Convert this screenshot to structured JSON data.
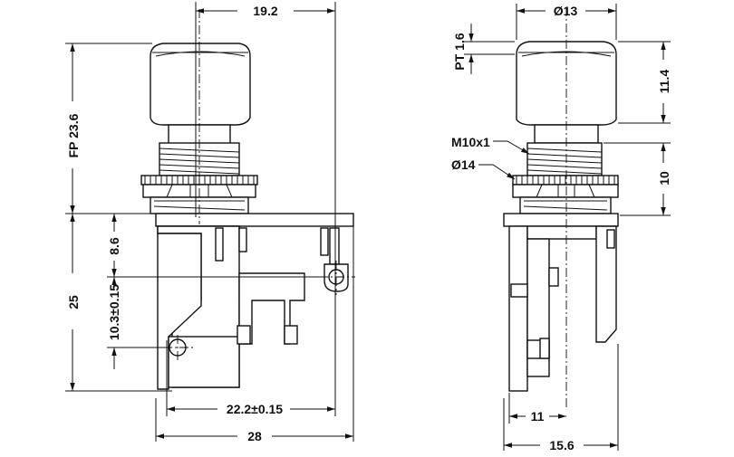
{
  "front_view": {
    "width_top": "19.2",
    "free_position": "FP 23.6",
    "body_height": "25",
    "pin_height": "8.6",
    "hole_height": "10.3±0.15",
    "hole_spacing": "22.2±0.15",
    "total_width": "28"
  },
  "side_view": {
    "cap_diameter": "Ø13",
    "pretravel": "PT 1.6",
    "cap_height": "11.4",
    "thread": "M10x1",
    "nut_diameter": "Ø14",
    "thread_length": "10",
    "pin_offset": "11",
    "total_depth": "15.6"
  }
}
